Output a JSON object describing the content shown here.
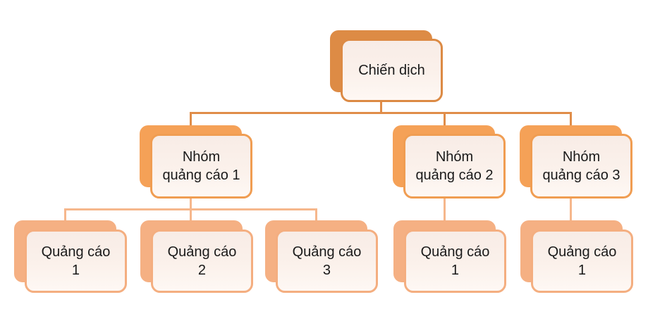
{
  "diagram": {
    "type": "org-hierarchy",
    "language": "vi",
    "nodes": {
      "root": {
        "label": "Chiến dịch"
      },
      "groups": [
        {
          "label": "Nhóm\nquảng cáo 1"
        },
        {
          "label": "Nhóm\nquảng cáo 2"
        },
        {
          "label": "Nhóm\nquảng cáo 3"
        }
      ],
      "ads_group1": [
        {
          "label": "Quảng cáo\n1"
        },
        {
          "label": "Quảng cáo\n2"
        },
        {
          "label": "Quảng cáo\n3"
        }
      ],
      "ads_group2": [
        {
          "label": "Quảng cáo\n1"
        }
      ],
      "ads_group3": [
        {
          "label": "Quảng cáo\n1"
        }
      ]
    }
  },
  "colors": {
    "level1_orange": "#DD8B45",
    "level2_orange": "#F5A157",
    "level3_peach": "#F5B083",
    "connector_top": "#E08D49",
    "connector_bottom": "#F6B78C",
    "node_fill_top": "#F8ECE6",
    "node_fill_bottom": "#FEF8F4",
    "text": "#1A1A1A",
    "background": "#FFFFFF"
  }
}
